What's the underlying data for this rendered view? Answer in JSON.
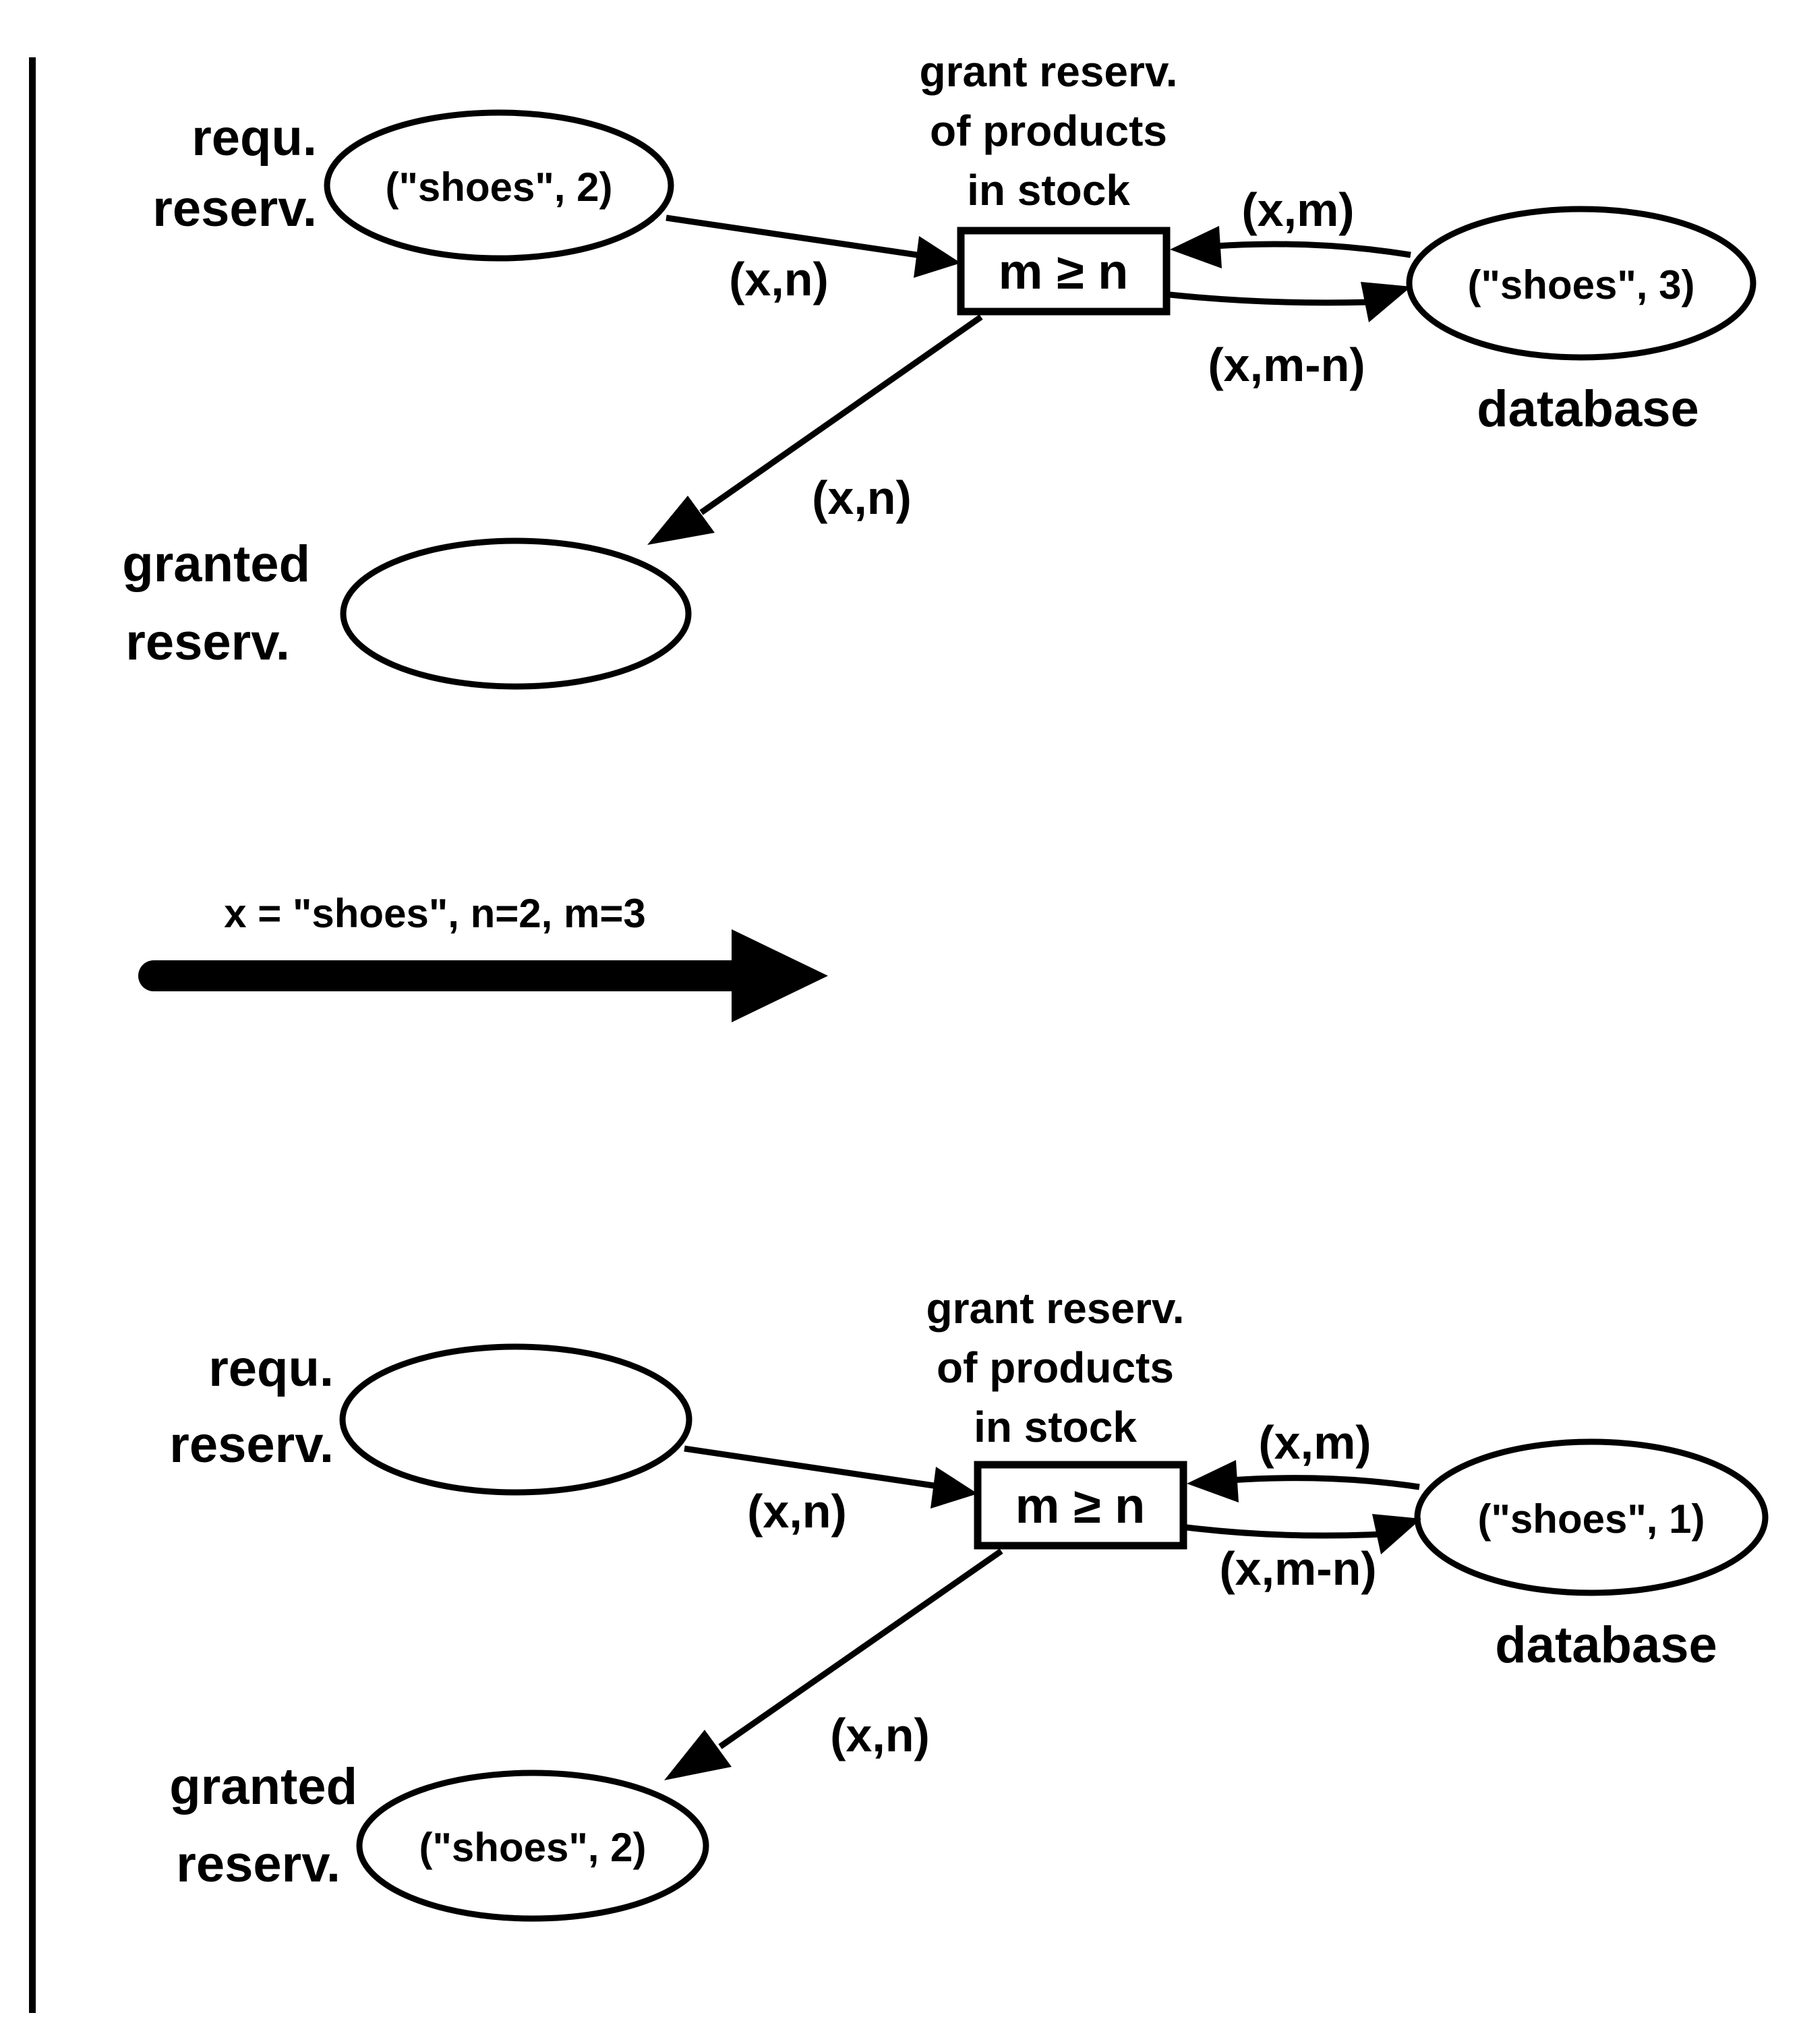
{
  "top_net": {
    "place_request": {
      "label_line1": "requ.",
      "label_line2": "reserv.",
      "token": "(\"shoes\", 2)"
    },
    "place_granted": {
      "label_line1": "granted",
      "label_line2": "reserv.",
      "token": ""
    },
    "place_database": {
      "label": "database",
      "token": "(\"shoes\", 3)"
    },
    "transition": {
      "title_line1": "grant reserv.",
      "title_line2": "of products",
      "title_line3": "in stock",
      "guard": "m ≥ n"
    },
    "arcs": {
      "request_to_transition": "(x,n)",
      "database_to_transition": "(x,m)",
      "transition_to_database": "(x,m-n)",
      "transition_to_granted": "(x,n)"
    }
  },
  "firing": {
    "binding": "x = \"shoes\", n=2,  m=3"
  },
  "bottom_net": {
    "place_request": {
      "label_line1": "requ.",
      "label_line2": "reserv.",
      "token": ""
    },
    "place_granted": {
      "label_line1": "granted",
      "label_line2": "reserv.",
      "token": "(\"shoes\", 2)"
    },
    "place_database": {
      "label": "database",
      "token": "(\"shoes\", 1)"
    },
    "transition": {
      "title_line1": "grant reserv.",
      "title_line2": "of products",
      "title_line3": "in stock",
      "guard": "m ≥ n"
    },
    "arcs": {
      "request_to_transition": "(x,n)",
      "database_to_transition": "(x,m)",
      "transition_to_database": "(x,m-n)",
      "transition_to_granted": "(x,n)"
    }
  }
}
